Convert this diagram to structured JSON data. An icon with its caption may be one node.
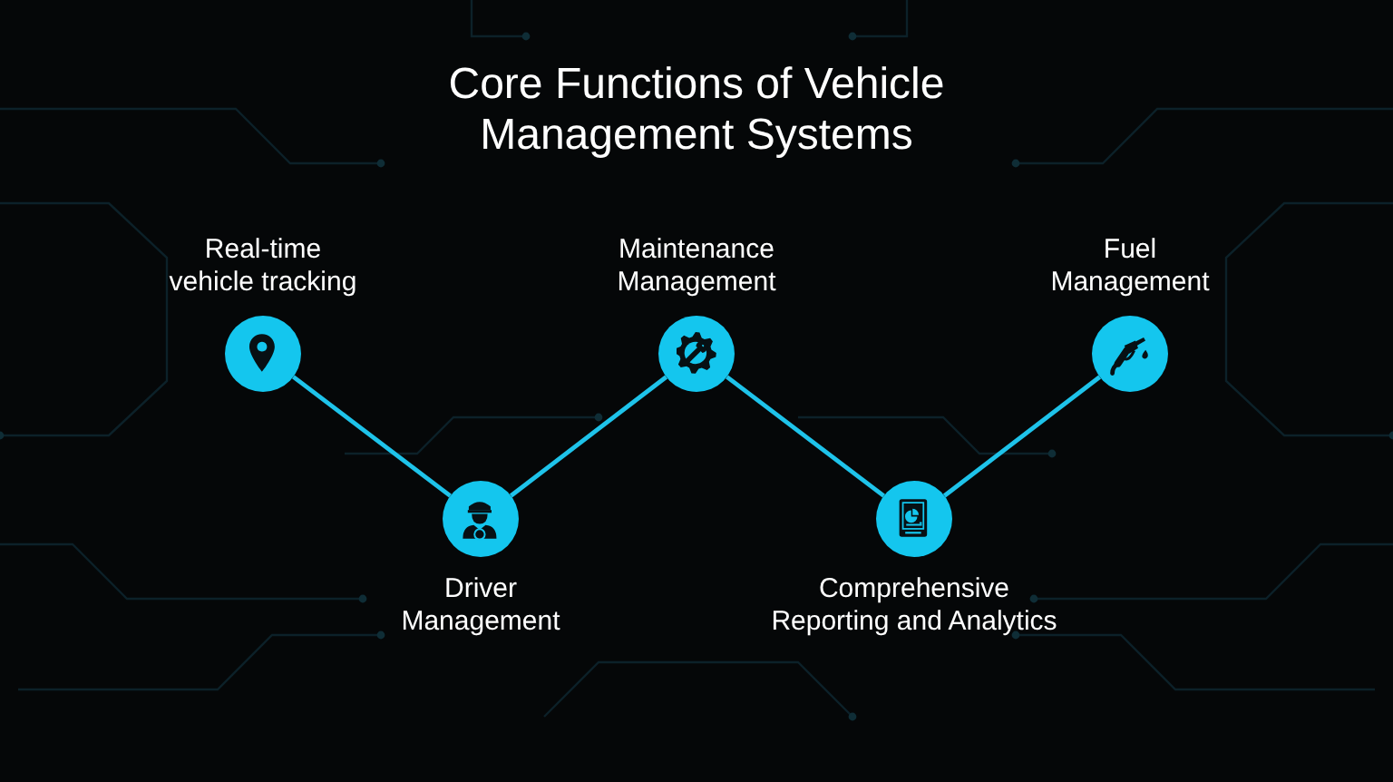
{
  "diagram": {
    "title": "Core Functions of Vehicle Management Systems",
    "nodes": [
      {
        "text": [
          "Real-time vehicle tracking"
        ]
      },
      {
        "text": [
          "Driver Management"
        ]
      },
      {
        "text": [
          "Maintenance Management"
        ]
      },
      {
        "text": [
          "Comprehensive Reporting and Analytics"
        ]
      },
      {
        "text": [
          "Fuel Management"
        ]
      }
    ],
    "edges": [
      {
        "from": 0,
        "to": 1,
        "arrow": "none"
      },
      {
        "from": 1,
        "to": 2,
        "arrow": "none"
      },
      {
        "from": 2,
        "to": 3,
        "arrow": "none"
      },
      {
        "from": 3,
        "to": 4,
        "arrow": "none"
      }
    ]
  }
}
